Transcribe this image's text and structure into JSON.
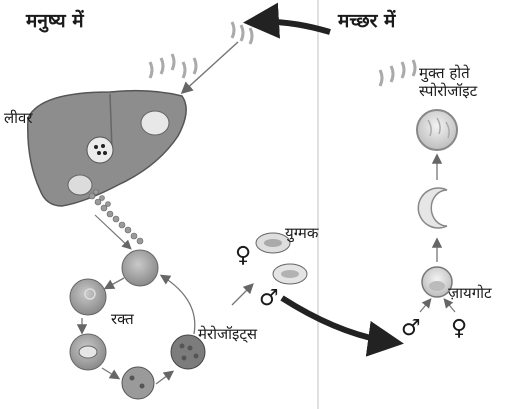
{
  "labels": {
    "human_host": "मनुष्य में",
    "mosquito_host": "मच्छर में",
    "liver": "लीवर",
    "free_sporozoites": "मुक्त होते\nस्पोरोजॉइट",
    "gametes": "युग्मक",
    "blood": "रक्त",
    "merozoites": "मेरोजॉइट्स",
    "zygote": "ज़ायगोट"
  },
  "symbols": {
    "female_top": "♀",
    "male_top": "♂",
    "male_bottom": "♂",
    "female_bottom": "♀"
  }
}
